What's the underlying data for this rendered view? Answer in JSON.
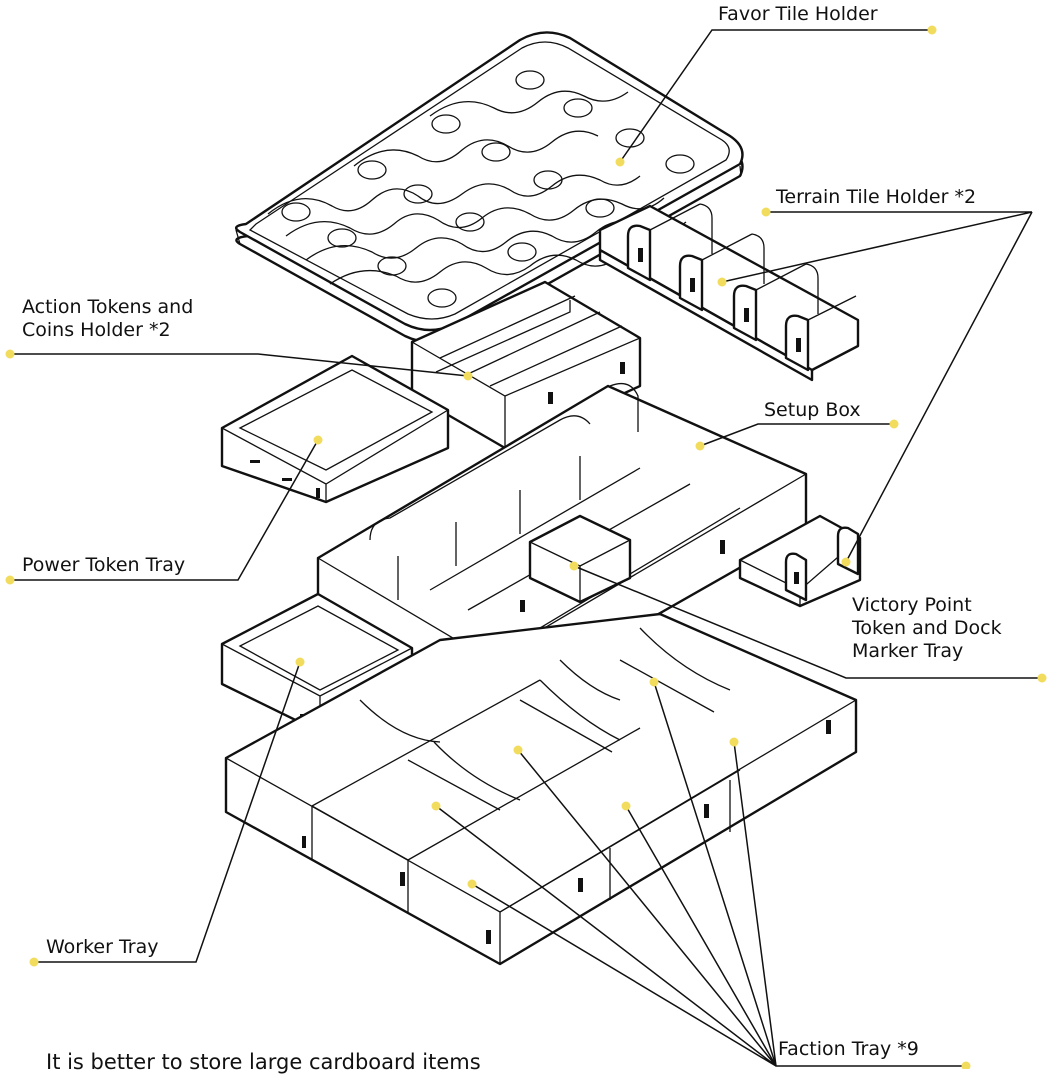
{
  "labels": {
    "favor_tile_holder": "Favor Tile Holder",
    "terrain_tile_holder": "Terrain Tile Holder *2",
    "action_tokens_line1": "Action Tokens and",
    "action_tokens_line2": "Coins Holder *2",
    "setup_box": "Setup Box",
    "power_token_tray": "Power Token Tray",
    "victory_point_line1": "Victory Point",
    "victory_point_line2": "Token and Dock",
    "victory_point_line3": "Marker Tray",
    "worker_tray": "Worker Tray",
    "faction_tray": "Faction Tray *9"
  },
  "note": "It is better to store large cardboard items",
  "colors": {
    "line": "#111111",
    "callout_dot": "#f2dc5d",
    "background": "#ffffff"
  }
}
